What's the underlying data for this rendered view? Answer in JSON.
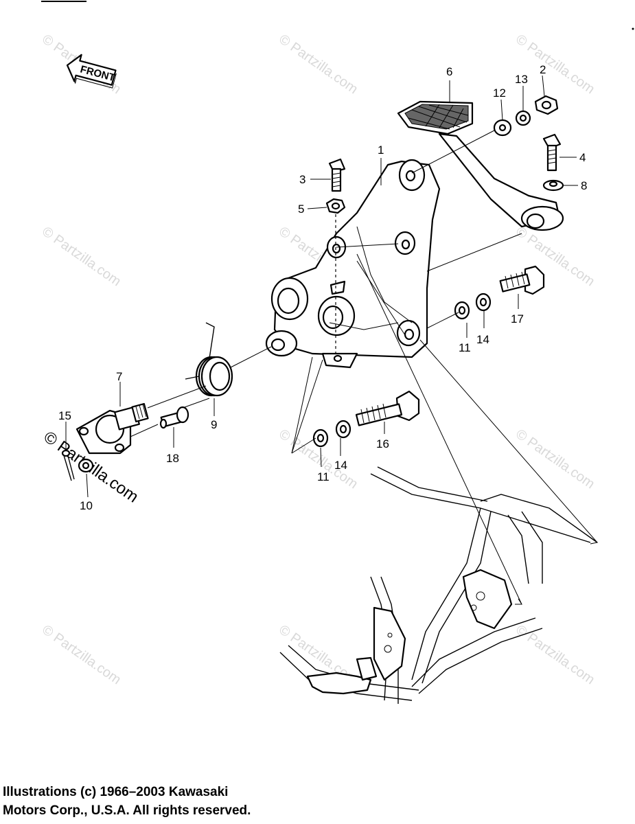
{
  "watermark": {
    "text": "© Partzilla.com"
  },
  "front_arrow": {
    "label": "FRONT"
  },
  "callouts": {
    "p1": "1",
    "p2": "2",
    "p3": "3",
    "p4": "4",
    "p5": "5",
    "p6": "6",
    "p7": "7",
    "p8": "8",
    "p9": "9",
    "p10": "10",
    "p11a": "11",
    "p11b": "11",
    "p12": "12",
    "p13": "13",
    "p14a": "14",
    "p14b": "14",
    "p15": "15",
    "p16": "16",
    "p17": "17",
    "p18": "18"
  },
  "copyright": {
    "line1": "Illustrations (c) 1966–2003 Kawasaki",
    "line2": "Motors Corp., U.S.A.  All rights reserved."
  }
}
